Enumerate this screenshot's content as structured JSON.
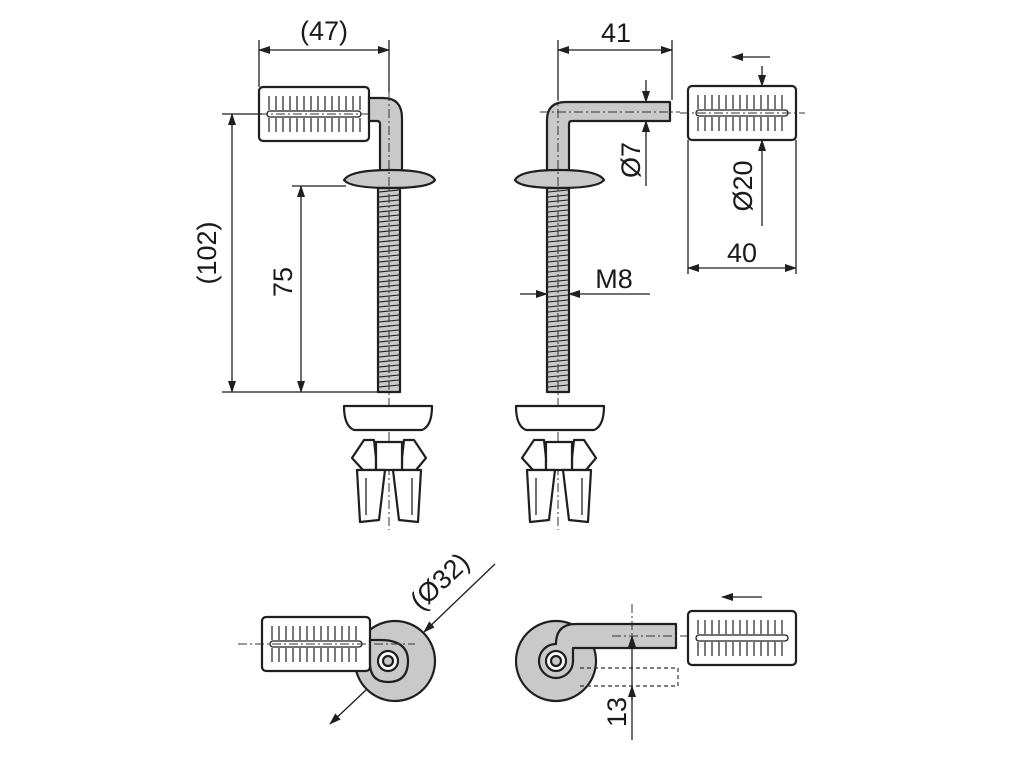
{
  "diagram": {
    "dimensions": {
      "width_47": "(47)",
      "height_102": "(102)",
      "length_75": "75",
      "width_41": "41",
      "dia_7": "Ø7",
      "dia_20": "Ø20",
      "length_40": "40",
      "thread_m8": "M8",
      "dia_32": "(Ø32)",
      "offset_13": "13"
    },
    "colors": {
      "line": "#1f1f1f",
      "fill_grey": "#c9c9c9",
      "background": "#ffffff"
    }
  }
}
